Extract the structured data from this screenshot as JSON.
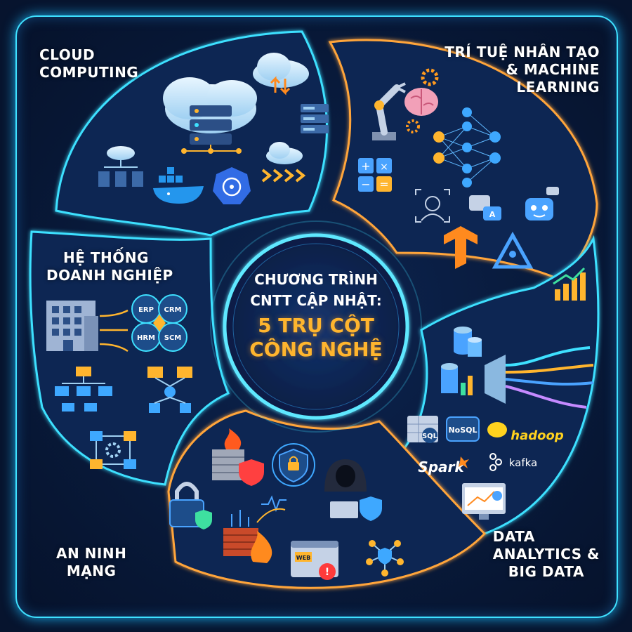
{
  "center": {
    "line1": "CHƯƠNG TRÌNH",
    "line2": "CNTT CẬP NHẬT:",
    "line3": "5 TRỤ CỘT",
    "line4": "CÔNG NGHỆ"
  },
  "pillars": {
    "cloud": {
      "line1": "CLOUD",
      "line2": "COMPUTING"
    },
    "ai": {
      "line1": "TRÍ TUỆ NHÂN TẠO",
      "line2": "& MACHINE",
      "line3": "LEARNING"
    },
    "enterprise": {
      "line1": "HỆ THỐNG",
      "line2": "DOANH NGHIỆP"
    },
    "data": {
      "line1": "DATA",
      "line2": "ANALYTICS &",
      "line3": "BIG DATA"
    },
    "security": {
      "line1": "AN NINH",
      "line2": "MẠNG"
    }
  },
  "enterprise_modules": {
    "erp": "ERP",
    "crm": "CRM",
    "hrm": "HRM",
    "scm": "SCM"
  },
  "data_tools": {
    "sql": "SQL",
    "nosql": "NoSQL",
    "hadoop": "hadoop",
    "spark": "Spark",
    "kafka": "kafka"
  },
  "security_tags": {
    "web": "WEB"
  },
  "ai_tags": {
    "chat": "A"
  },
  "colors": {
    "cyan_glow": "#3ee0ff",
    "orange_glow": "#ffa53a",
    "accent_orange": "#ffb52e",
    "background": "#07142e"
  },
  "icons": [
    "cloud-server-icon",
    "docker-icon",
    "kubernetes-icon",
    "robot-arm-icon",
    "brain-gear-icon",
    "neural-network-icon",
    "face-scan-icon",
    "chat-bubble-icon",
    "chatbot-icon",
    "tensorflow-icon",
    "building-icon",
    "org-chart-icon",
    "workflow-icon",
    "database-icon",
    "funnel-stream-icon",
    "dashboard-icon",
    "firewall-icon",
    "lock-shield-icon",
    "hacker-icon",
    "padlock-icon",
    "web-alert-icon",
    "network-shield-icon",
    "bar-chart-growth-icon"
  ]
}
